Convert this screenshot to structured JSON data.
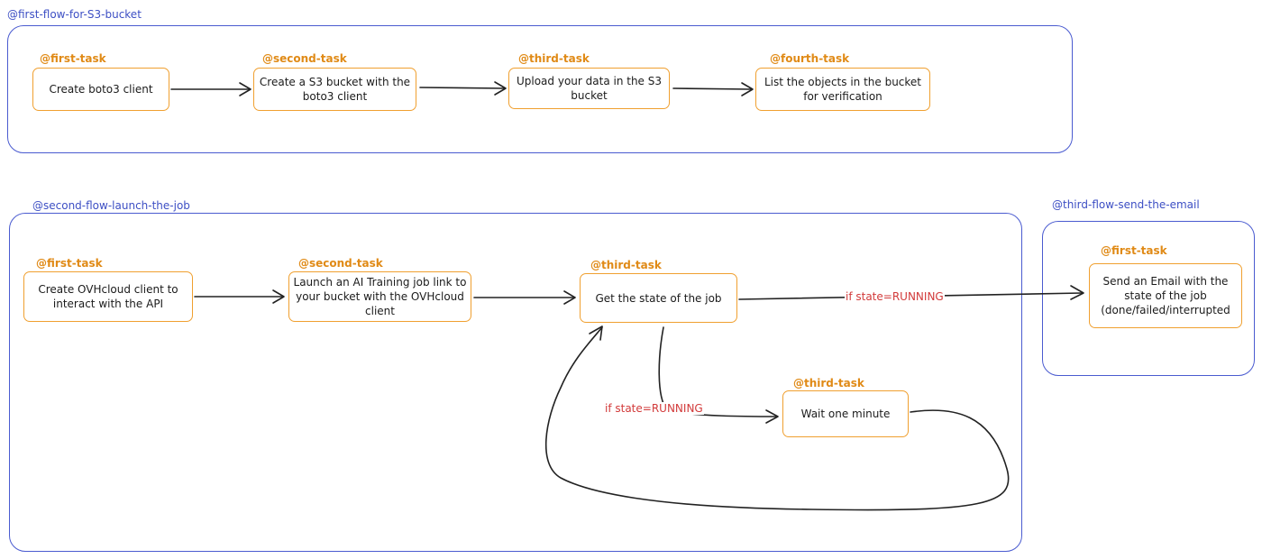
{
  "flows": {
    "first": {
      "label": "@first-flow-for-S3-bucket",
      "tasks": {
        "t1": {
          "label": "@first-task",
          "text": "Create boto3 client"
        },
        "t2": {
          "label": "@second-task",
          "text": "Create a S3 bucket with the boto3 client"
        },
        "t3": {
          "label": "@third-task",
          "text": "Upload your data in the S3 bucket"
        },
        "t4": {
          "label": "@fourth-task",
          "text": "List the objects in the bucket for verification"
        }
      }
    },
    "second": {
      "label": "@second-flow-launch-the-job",
      "tasks": {
        "t1": {
          "label": "@first-task",
          "text": "Create OVHcloud client to interact with the API"
        },
        "t2": {
          "label": "@second-task",
          "text": "Launch an AI Training job link to your bucket with the OVHcloud client"
        },
        "t3": {
          "label": "@third-task",
          "text": "Get the state of the job"
        },
        "t4": {
          "label": "@third-task",
          "text": "Wait one minute"
        }
      },
      "conditions": {
        "to_email": "if state=RUNNING",
        "to_wait": "if state=RUNNING"
      }
    },
    "third": {
      "label": "@third-flow-send-the-email",
      "tasks": {
        "t1": {
          "label": "@first-task",
          "text": "Send an Email with the state of the job (done/failed/interrupted"
        }
      }
    }
  },
  "colors": {
    "flow_border": "#4a5bd0",
    "flow_label": "#3d4fc4",
    "task_border": "#f0a030",
    "task_label": "#e08a16",
    "condition": "#d23a3a",
    "arrow": "#222222"
  }
}
